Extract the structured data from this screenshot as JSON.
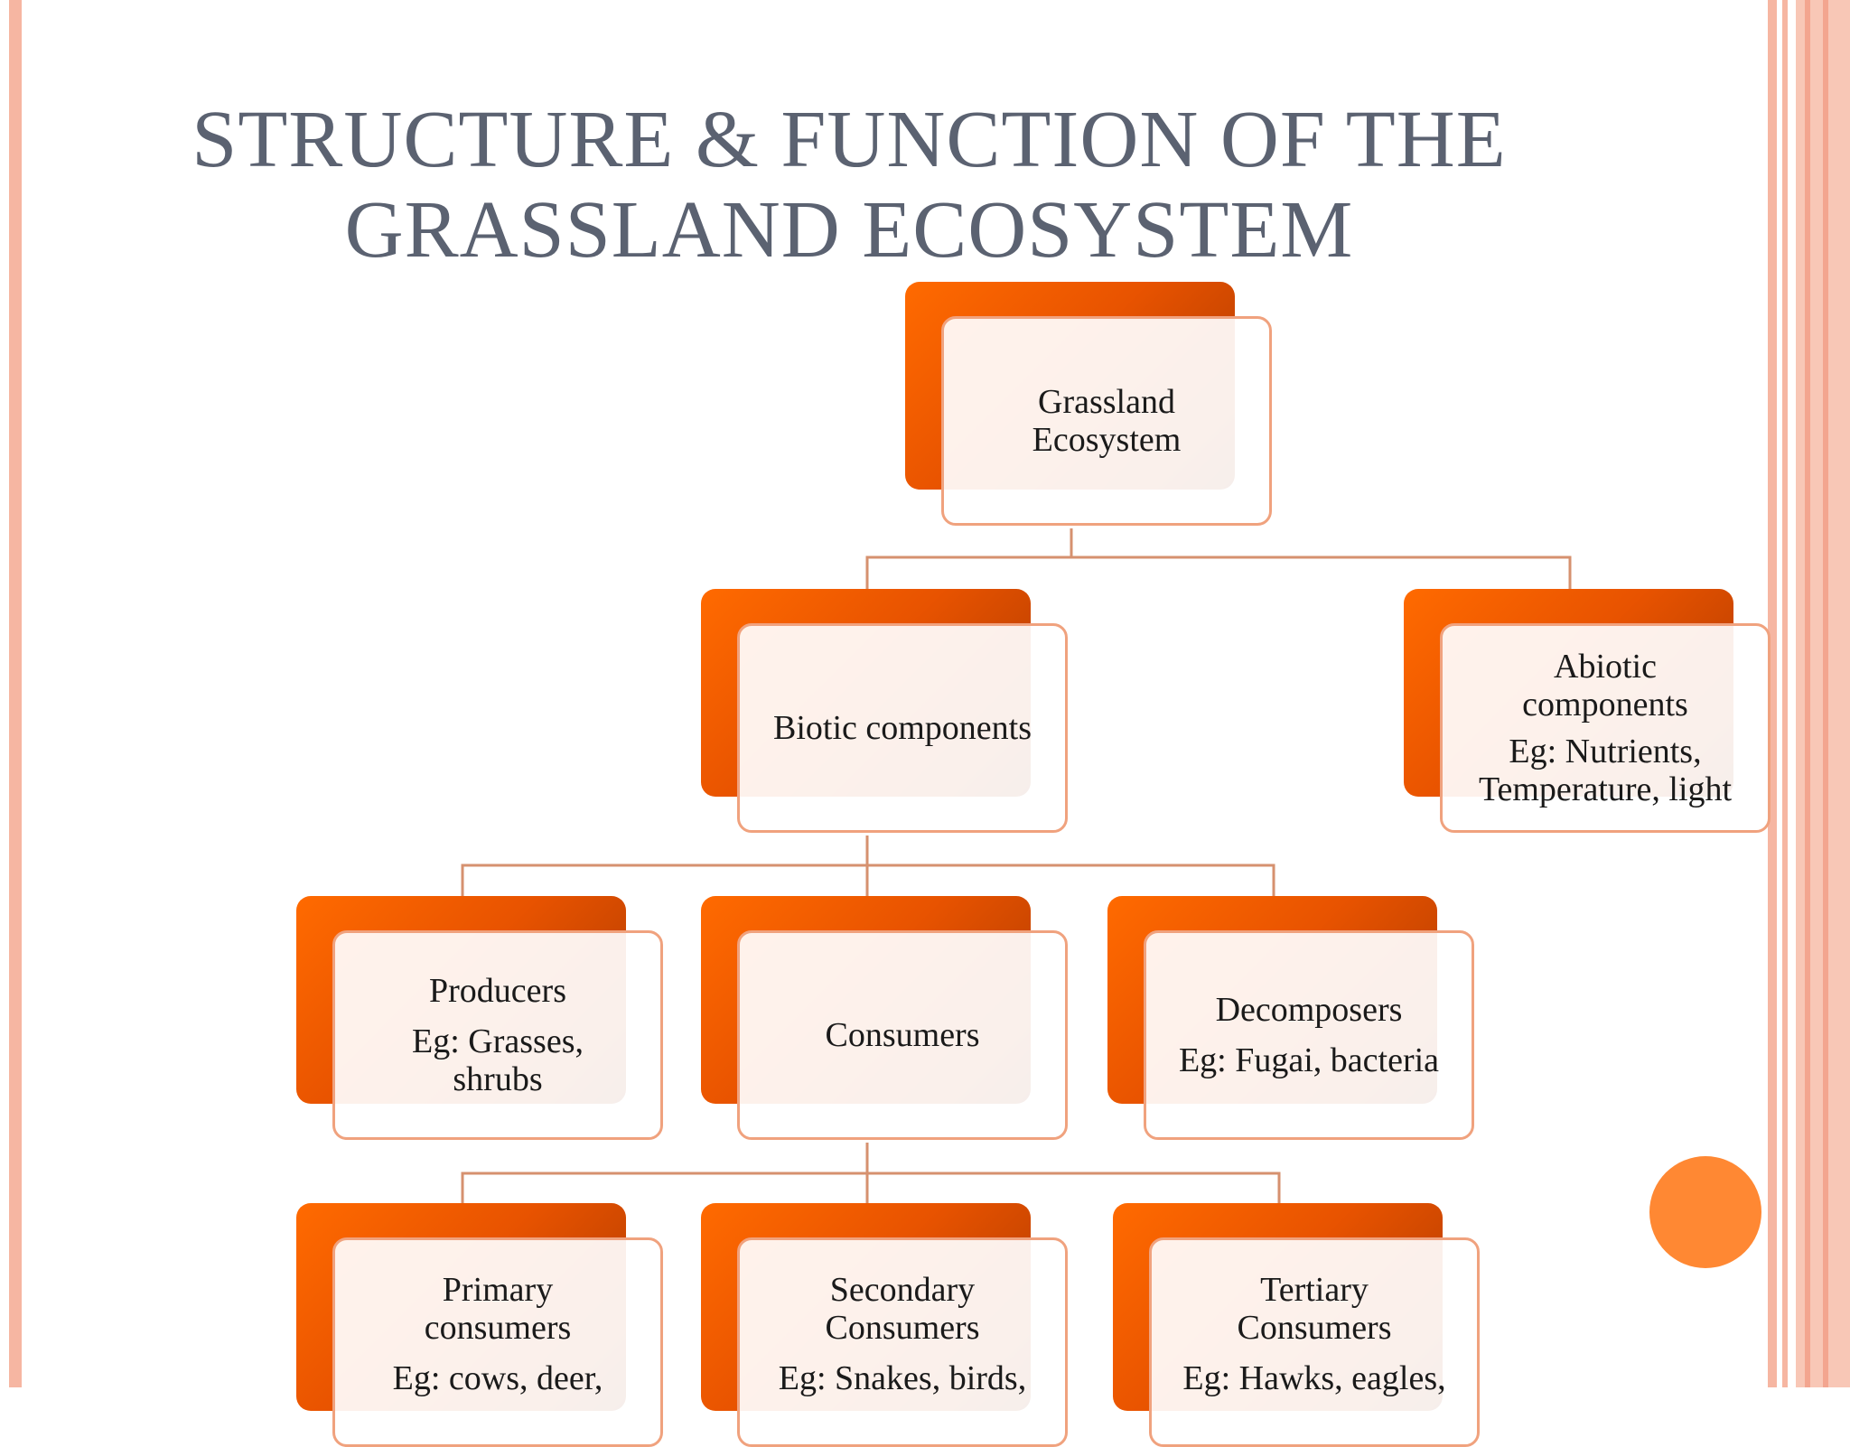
{
  "title": {
    "line1": "STRUCTURE & FUNCTION OF THE",
    "line2": "GRASSLAND ECOSYSTEM"
  },
  "colors": {
    "title": "#5b6271",
    "box_gradient_start": "#ff6a00",
    "box_gradient_end": "#8c2e00",
    "box_border": "#f0a27e",
    "connector": "#d6916f",
    "accent_dot": "#ff8833",
    "slide_border": "#f6b6a2"
  },
  "nodes": {
    "root": {
      "label": "Grassland Ecosystem"
    },
    "biotic": {
      "label": "Biotic components"
    },
    "abiotic": {
      "label": "Abiotic components",
      "desc": "Eg: Nutrients, Temperature, light"
    },
    "producers": {
      "label": "Producers",
      "desc": "Eg: Grasses, shrubs"
    },
    "consumers": {
      "label": "Consumers"
    },
    "decomposers": {
      "label": "Decomposers",
      "desc": "Eg: Fugai, bacteria"
    },
    "primary": {
      "label": "Primary consumers",
      "desc": "Eg: cows, deer,"
    },
    "secondary": {
      "label": "Secondary Consumers",
      "desc": "Eg: Snakes, birds,"
    },
    "tertiary": {
      "label": "Tertiary Consumers",
      "desc": "Eg: Hawks, eagles,"
    }
  }
}
